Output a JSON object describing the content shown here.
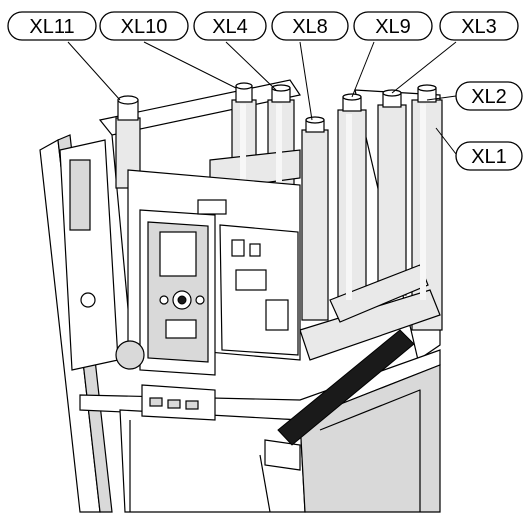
{
  "callouts": [
    {
      "id": "xl11",
      "label": "XL11"
    },
    {
      "id": "xl10",
      "label": "XL10"
    },
    {
      "id": "xl4",
      "label": "XL4"
    },
    {
      "id": "xl8",
      "label": "XL8"
    },
    {
      "id": "xl9",
      "label": "XL9"
    },
    {
      "id": "xl3",
      "label": "XL3"
    },
    {
      "id": "xl2",
      "label": "XL2"
    },
    {
      "id": "xl1",
      "label": "XL1"
    }
  ],
  "colors": {
    "line": "#000000",
    "insulation": "#e9e9e9",
    "panel": "#d9d9d9",
    "background": "#ffffff"
  }
}
